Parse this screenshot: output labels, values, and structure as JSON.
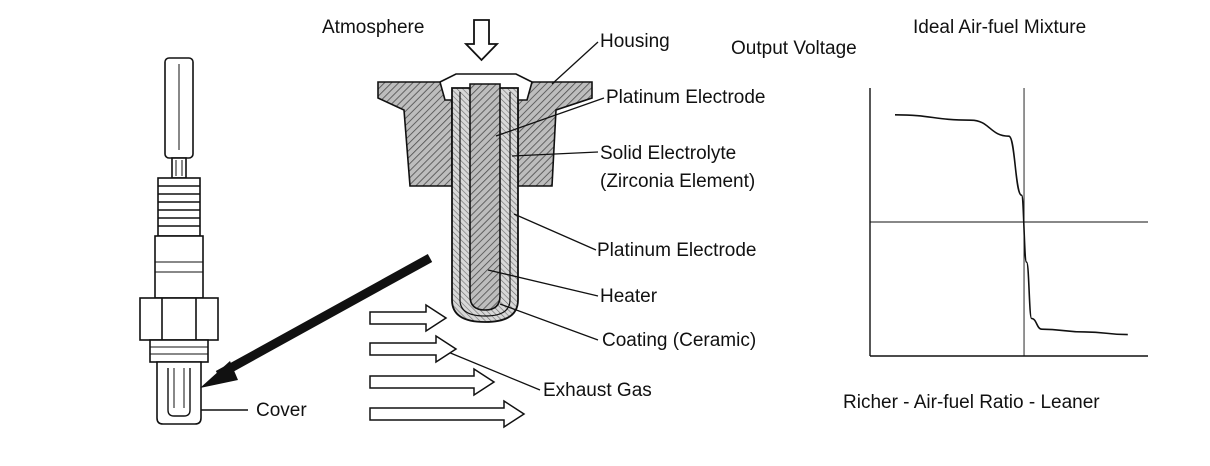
{
  "labels": {
    "atmosphere": "Atmosphere",
    "housing": "Housing",
    "platinum_electrode_top": "Platinum Electrode",
    "solid_electrolyte": "Solid Electrolyte",
    "zirconia_element": "(Zirconia Element)",
    "platinum_electrode_bottom": "Platinum Electrode",
    "heater": "Heater",
    "coating": "Coating (Ceramic)",
    "exhaust_gas": "Exhaust Gas",
    "cover": "Cover"
  },
  "graph": {
    "title": "Ideal Air-fuel Mixture",
    "ylabel": "Output Voltage",
    "xlabel": "Richer - Air-fuel Ratio - Leaner"
  },
  "chart_data": {
    "type": "line",
    "title": "Ideal Air-fuel Mixture",
    "xlabel": "Richer - Air-fuel Ratio - Leaner",
    "ylabel": "Output Voltage",
    "x": [
      0.0,
      0.3,
      0.45,
      0.5,
      0.52,
      0.54,
      0.58,
      0.75,
      0.92
    ],
    "y": [
      0.9,
      0.88,
      0.82,
      0.6,
      0.35,
      0.14,
      0.1,
      0.09,
      0.08
    ],
    "xlim": [
      0,
      1
    ],
    "ylim": [
      0,
      1
    ],
    "grid": false,
    "reference_lines": {
      "vertical_x": 0.51,
      "horizontal_y": 0.5
    }
  }
}
